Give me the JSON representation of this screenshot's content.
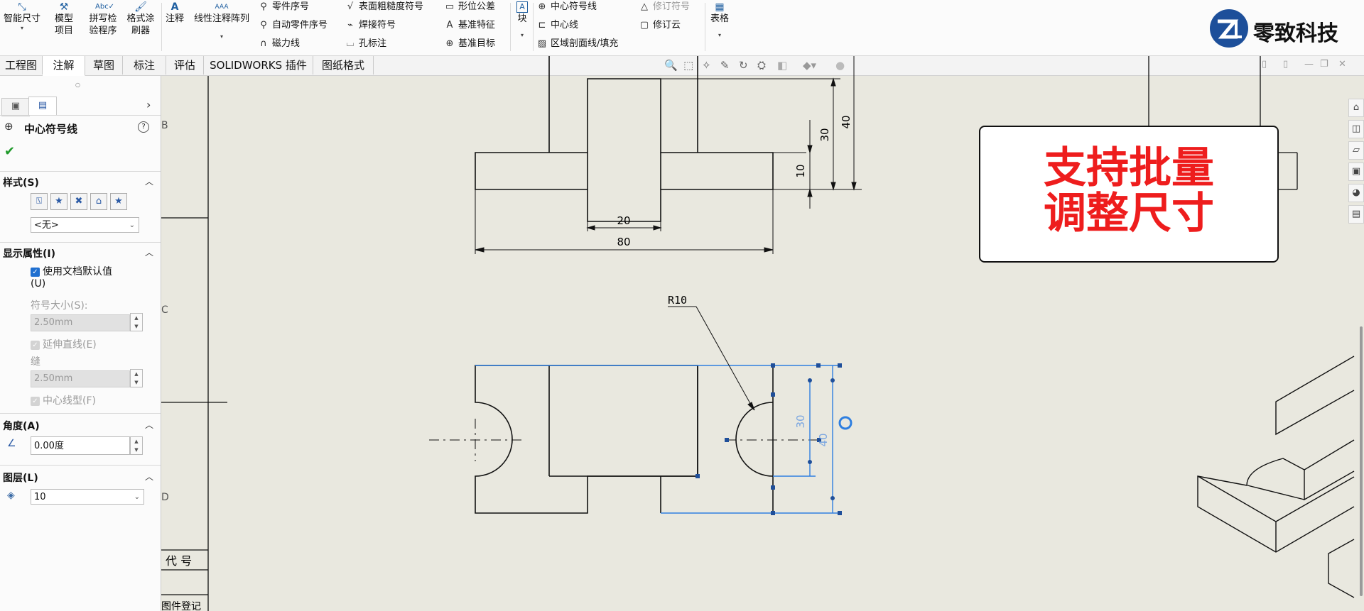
{
  "ribbon": {
    "big_buttons": [
      {
        "label": "智能尺寸",
        "icon": "smart-dimension-icon"
      },
      {
        "label": "模型项目",
        "icon": "model-items-icon"
      },
      {
        "label": "拼写检验程序",
        "icon": "spell-check-icon"
      },
      {
        "label": "格式涂刷器",
        "icon": "format-painter-icon"
      },
      {
        "label": "注释",
        "icon": "note-icon"
      },
      {
        "label": "线性注释阵列",
        "icon": "linear-note-pattern-icon"
      }
    ],
    "col1": [
      "零件序号",
      "自动零件序号",
      "磁力线"
    ],
    "col2": [
      "表面粗糙度符号",
      "焊接符号",
      "孔标注"
    ],
    "col3": [
      "形位公差",
      "基准特征",
      "基准目标"
    ],
    "block_label": "块",
    "col4": [
      "中心符号线",
      "中心线",
      "区域剖面线/填充"
    ],
    "col5": [
      "修订符号",
      "修订云"
    ],
    "table_label": "表格"
  },
  "logo": {
    "text": "零致科技"
  },
  "tabs": [
    "工程图",
    "注解",
    "草图",
    "标注",
    "评估",
    "SOLIDWORKS 插件",
    "图纸格式"
  ],
  "active_tab": "注解",
  "panel": {
    "title": "中心符号线",
    "style_header": "样式(S)",
    "style_select": "<无>",
    "display_header": "显示属性(I)",
    "use_doc_default": "使用文档默认值(U)",
    "symbol_size_label": "符号大小(S):",
    "symbol_size_value": "2.50mm",
    "extend_lines_label": "延伸直线(E)",
    "gap_label": "缝",
    "gap_value": "2.50mm",
    "centerline_font_label": "中心线型(F)",
    "angle_header": "角度(A)",
    "angle_value": "0.00度",
    "layer_header": "图层(L)",
    "layer_value": "10"
  },
  "drawing": {
    "dims_top": [
      "40",
      "30",
      "10",
      "20",
      "80"
    ],
    "radius_note": "R10",
    "dims_bottom": [
      "30",
      "40"
    ],
    "title_block": [
      "代 号",
      "图件登记"
    ],
    "border_letters": [
      "B",
      "C",
      "D"
    ]
  },
  "promo": {
    "line1": "支持批量",
    "line2": "调整尺寸"
  },
  "colors": {
    "accent": "#1f6fd0",
    "promo_text": "#ee1d1d",
    "selection": "#2f7fe0"
  }
}
